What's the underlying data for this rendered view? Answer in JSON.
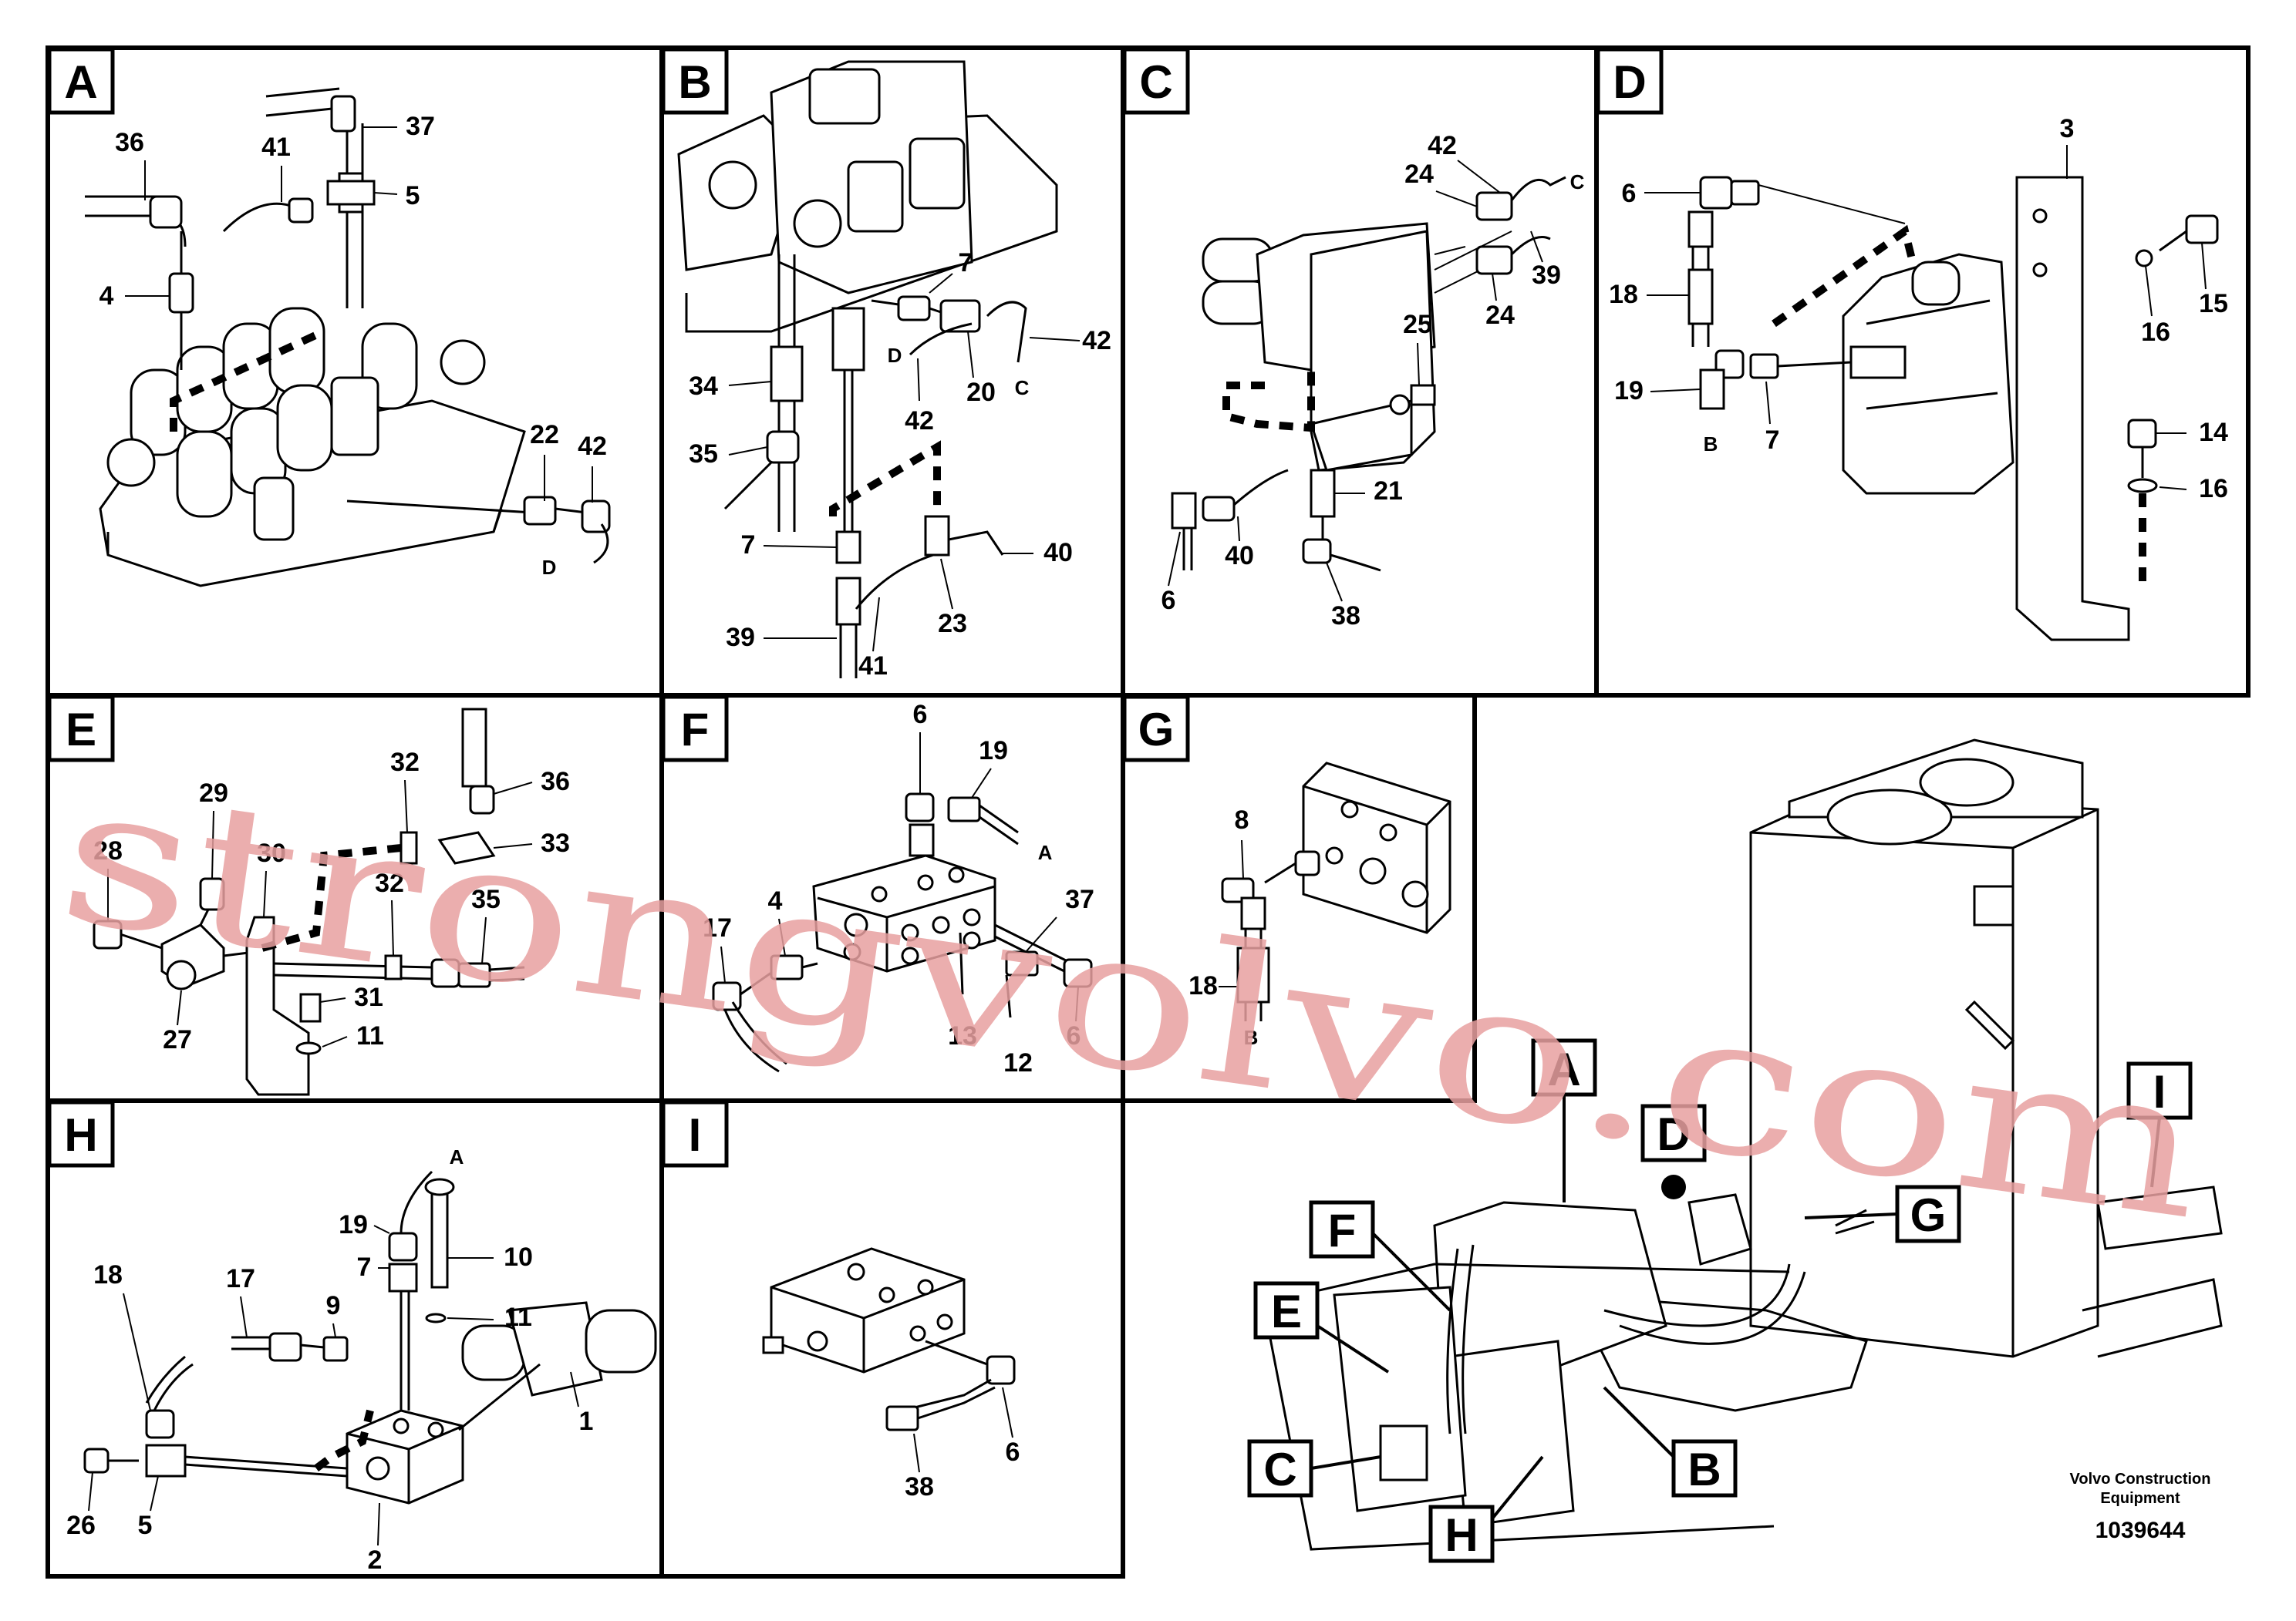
{
  "panels": [
    {
      "id": "A",
      "callouts": [
        "36",
        "37",
        "41",
        "5",
        "4",
        "22",
        "42",
        "D"
      ]
    },
    {
      "id": "B",
      "callouts": [
        "7",
        "D",
        "20",
        "42",
        "C",
        "34",
        "42",
        "35",
        "7",
        "40",
        "23",
        "39",
        "41"
      ]
    },
    {
      "id": "C",
      "callouts": [
        "42",
        "24",
        "C",
        "39",
        "24",
        "25",
        "21",
        "40",
        "6",
        "38"
      ]
    },
    {
      "id": "D",
      "callouts": [
        "3",
        "6",
        "15",
        "18",
        "16",
        "19",
        "7",
        "B",
        "14",
        "16"
      ]
    },
    {
      "id": "E",
      "callouts": [
        "32",
        "36",
        "29",
        "33",
        "28",
        "30",
        "32",
        "35",
        "27",
        "31",
        "11"
      ]
    },
    {
      "id": "F",
      "callouts": [
        "6",
        "19",
        "A",
        "4",
        "37",
        "17",
        "13",
        "12",
        "6"
      ]
    },
    {
      "id": "G",
      "callouts": [
        "8",
        "18",
        "B"
      ]
    },
    {
      "id": "H",
      "callouts": [
        "A",
        "19",
        "7",
        "10",
        "18",
        "17",
        "9",
        "11",
        "26",
        "5",
        "1",
        "2"
      ]
    },
    {
      "id": "I",
      "callouts": [
        "38",
        "6"
      ]
    }
  ],
  "overview_labels": [
    "A",
    "D",
    "F",
    "G",
    "E",
    "I",
    "C",
    "B",
    "H"
  ],
  "caption": {
    "line1": "Volvo Construction",
    "line2": "Equipment",
    "doc_number": "1039644"
  },
  "watermark": "strongvolvo.com"
}
